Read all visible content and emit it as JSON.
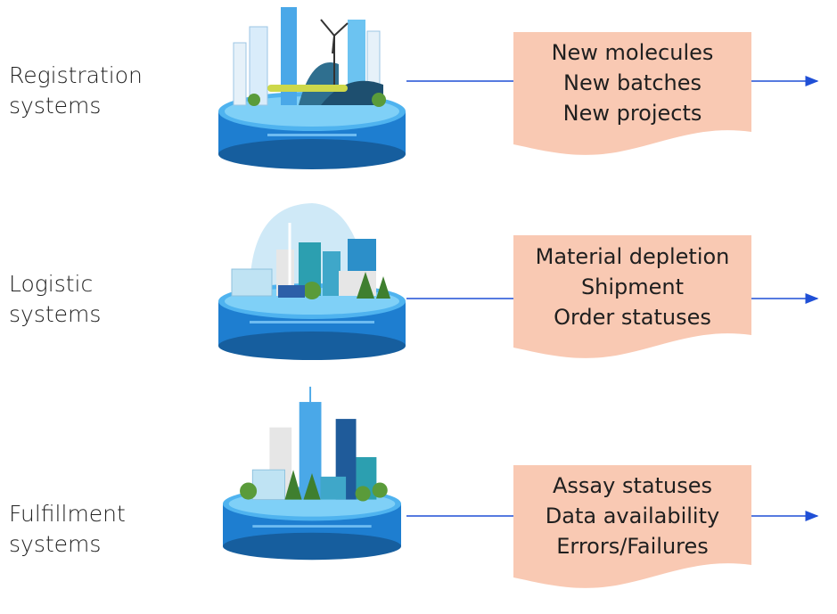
{
  "rows": [
    {
      "system_label": [
        "Registration",
        "systems"
      ],
      "note_lines": [
        "New molecules",
        "New batches",
        "New projects"
      ]
    },
    {
      "system_label": [
        "Logistic",
        "systems"
      ],
      "note_lines": [
        "Material depletion",
        "Shipment",
        "Order statuses"
      ]
    },
    {
      "system_label": [
        "Fulfillment",
        "systems"
      ],
      "note_lines": [
        "Assay statuses",
        "Data availability",
        "Errors/Failures"
      ]
    }
  ],
  "colors": {
    "note_fill": "#f9c9b3",
    "arrow": "#1f4fd6",
    "platform_top": "#4fb3ef",
    "platform_side": "#1e7ed0",
    "platform_dark": "#165e9e"
  },
  "icons": [
    "wind-turbine-city-icon",
    "skyline-city-icon",
    "skyscraper-city-icon"
  ]
}
